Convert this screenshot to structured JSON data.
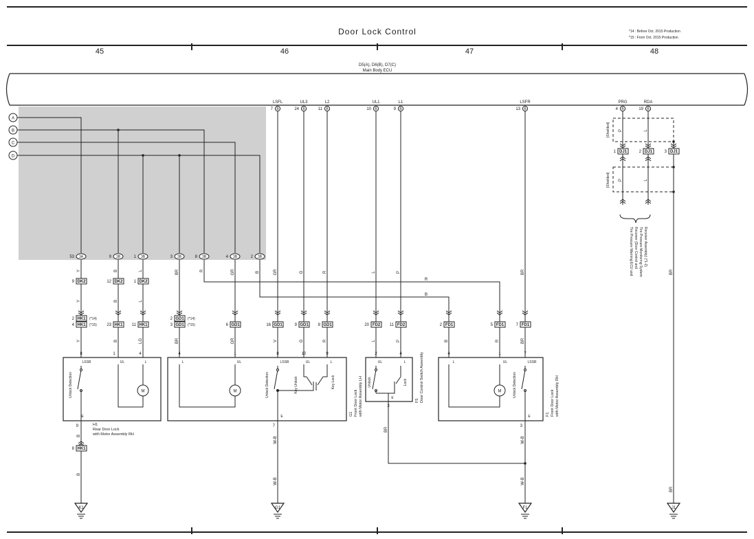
{
  "header": {
    "title": "Door Lock Control",
    "columns": [
      "45",
      "46",
      "47",
      "48"
    ],
    "notes": [
      "*14 : Before Oct. 2015 Production",
      "*15 : From Oct. 2015 Production"
    ]
  },
  "ecu": {
    "label_line1": "D5(A), D6(B), D7(C)",
    "label_line2": "Main Body ECU",
    "pins": [
      {
        "name": "LSFL",
        "num": "7"
      },
      {
        "name": "UL3",
        "num": "24"
      },
      {
        "name": "L2",
        "num": "11"
      },
      {
        "name": "UL1",
        "num": "10"
      },
      {
        "name": "L1",
        "num": "9"
      },
      {
        "name": "LSFR",
        "num": "13"
      },
      {
        "name": "PRG",
        "num": "4"
      },
      {
        "name": "RDA",
        "num": "19"
      }
    ],
    "pin_connector": "B"
  },
  "refs": [
    "A",
    "B",
    "C",
    "D"
  ],
  "bus_pins": [
    {
      "num": "53",
      "conn": "3A"
    },
    {
      "num": "9",
      "conn": "3B"
    },
    {
      "num": "1",
      "conn": "3B"
    },
    {
      "num": "3",
      "conn": "3B"
    },
    {
      "num": "8",
      "conn": "3B"
    },
    {
      "num": "4",
      "conn": "3B"
    },
    {
      "num": "2",
      "conn": "3B"
    }
  ],
  "wire_colors": {
    "Y": "Y",
    "B": "B",
    "L": "L",
    "BR": "BR",
    "R": "R",
    "GR": "GR",
    "G": "G",
    "P": "P",
    "V": "V",
    "LG": "LG",
    "WB": "W-B"
  },
  "connectors": {
    "dk2": [
      {
        "num": "9",
        "id": "DK2"
      },
      {
        "num": "12",
        "id": "DK2"
      },
      {
        "num": "1",
        "id": "DK2"
      }
    ],
    "hk1": [
      {
        "num": "2",
        "id": "HK1",
        "note": "(*14)"
      },
      {
        "num": "4",
        "id": "HK1",
        "note": "(*15)"
      },
      {
        "num": "23",
        "id": "HK1"
      },
      {
        "num": "11",
        "id": "HK1"
      }
    ],
    "gd1": [
      {
        "num": "2",
        "id": "GD1",
        "note": "(*14)"
      },
      {
        "num": "3",
        "id": "GD1",
        "note": "(*15)"
      },
      {
        "num": "6",
        "id": "GD1"
      },
      {
        "num": "16",
        "id": "GD1"
      },
      {
        "num": "9",
        "id": "GD1"
      },
      {
        "num": "8",
        "id": "GD1"
      }
    ],
    "fd2": [
      {
        "num": "20",
        "id": "FD2"
      },
      {
        "num": "11",
        "id": "FD2"
      }
    ],
    "fd1": [
      {
        "num": "2",
        "id": "FD1"
      },
      {
        "num": "5",
        "id": "FD1"
      },
      {
        "num": "7",
        "id": "FD1"
      }
    ],
    "dj1": [
      {
        "num": "1",
        "id": "DJ1"
      },
      {
        "num": "2",
        "id": "DJ1"
      },
      {
        "num": "3",
        "id": "DJ1"
      }
    ],
    "hk1_bottom": {
      "num": "8",
      "id": "HK1"
    }
  },
  "components": {
    "h1": {
      "id": "H1",
      "name1": "Rear Door Lock",
      "name2": "with Motor Assembly RH",
      "pins": [
        "LSSR",
        "UL",
        "L",
        "E"
      ],
      "pin_nums": [
        "8",
        "1",
        "4",
        "9"
      ],
      "switch": "Unlock Detection",
      "motor": "M"
    },
    "g1": {
      "id": "G1",
      "name1": "Front Door Lock",
      "name2": "with Motor Assembly LH",
      "pins": [
        "L",
        "UL",
        "LSSR",
        "UL",
        "L",
        "E"
      ],
      "pin_nums": [
        "4",
        "1",
        "8",
        "10",
        "9",
        "7"
      ],
      "switch": "Unlock Detection",
      "key_unlock": "Key Unlock",
      "key_lock": "Key Lock",
      "motor": "M"
    },
    "f5": {
      "id": "F5",
      "name": "Door Control Switch Assembly",
      "pins": [
        "UL",
        "L",
        "E"
      ],
      "pin_nums": [
        "2",
        "4",
        "3"
      ],
      "unlock": "Unlock",
      "lock": "Lock"
    },
    "f1": {
      "id": "F1",
      "name1": "Front Door Lock",
      "name2": "with Motor Assembly RH",
      "pins": [
        "L",
        "UL",
        "LSSR",
        "E"
      ],
      "pin_nums": [
        "4",
        "1",
        "7",
        "3"
      ],
      "switch": "Unlock Detection",
      "motor": "M"
    }
  },
  "shielded": "(Shielded)",
  "tpms": {
    "line1": "Tire Pressure Warning ECU and",
    "line2": "Receiver (Door Control and",
    "line3": "Tire Pressure Monitoring System",
    "line4": "Receiver Assembly) (*1-2)"
  },
  "grounds": [
    "K1",
    "G1",
    "F1",
    "J1"
  ]
}
